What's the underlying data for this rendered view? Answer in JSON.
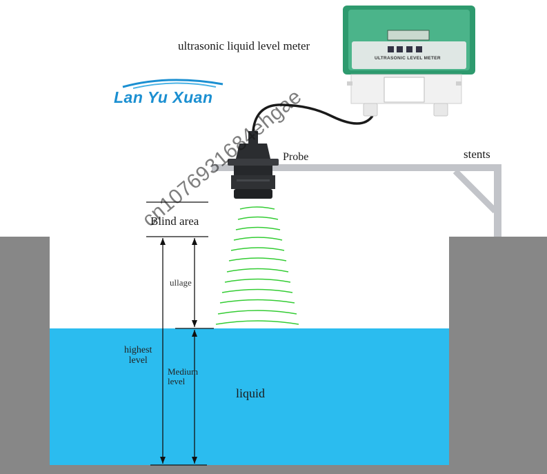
{
  "diagram": {
    "title_label": "ultrasonic liquid level meter",
    "meter_panel_text": "ULTRASONIC LEVEL METER",
    "logo_text": "Lan Yu Xuan",
    "probe_label": "Probe",
    "stents_label": "stents",
    "blind_area_label": "Blind area",
    "ullage_label": "ullage",
    "highest_level_label": "highest\nlevel",
    "medium_level_label": "Medium\nlevel",
    "liquid_label": "liquid",
    "watermark_text": "cn1076931684ehgae"
  },
  "colors": {
    "tank": "#878787",
    "liquid": "#2bbcef",
    "stent": "#c2c4c9",
    "probe": "#2b2d30",
    "wave": "#33cc33",
    "meter_glass": "#2e9a6e",
    "logo": "#1b8fd1"
  }
}
